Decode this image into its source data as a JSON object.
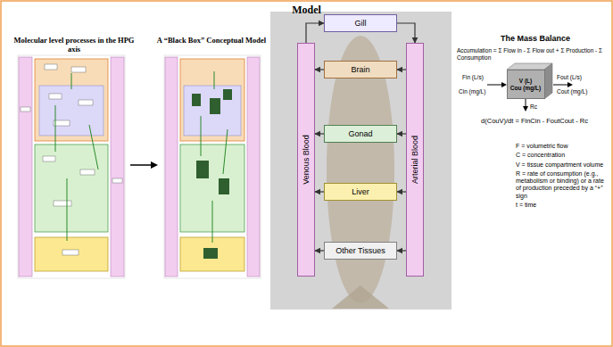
{
  "diagram": {
    "title": "Model",
    "nodes": [
      {
        "text": [
          "Venous Blood"
        ]
      },
      {
        "text": [
          "Gill"
        ]
      },
      {
        "text": [
          "Brain"
        ]
      },
      {
        "text": [
          "Gonad"
        ]
      },
      {
        "text": [
          "Liver"
        ]
      },
      {
        "text": [
          "Other Tissues"
        ]
      },
      {
        "text": [
          "Arterial Blood"
        ]
      },
      {
        "text": [
          "V (L)",
          "Cou (mg/L)"
        ]
      }
    ],
    "edges": [
      {
        "from": 0,
        "to": 1,
        "arrow": "to"
      },
      {
        "from": 1,
        "to": 6,
        "arrow": "to"
      },
      {
        "from": 6,
        "to": 2,
        "arrow": "to"
      },
      {
        "from": 6,
        "to": 3,
        "arrow": "to"
      },
      {
        "from": 6,
        "to": 4,
        "arrow": "to"
      },
      {
        "from": 6,
        "to": 5,
        "arrow": "to"
      },
      {
        "from": 2,
        "to": 0,
        "arrow": "to"
      },
      {
        "from": 3,
        "to": 0,
        "arrow": "to"
      },
      {
        "from": 4,
        "to": 0,
        "arrow": "to"
      },
      {
        "from": 5,
        "to": 0,
        "arrow": "to"
      }
    ],
    "labels": [
      "Molecular level processes in the HPG axis",
      "A “Black Box” Conceptual Model",
      "The Mass Balance",
      "Accumulation = Σ Flow in - Σ Flow out + Σ Production - Σ Consumption",
      "Fin (L/s)",
      "Cin (mg/L)",
      "Fout (L/s)",
      "Cout (mg/L)",
      "Rc",
      "d(CouV)/dt = FinCin - FoutCout - Rc",
      "F = volumetric flow",
      "C = concentration",
      "V = tissue compartment volume",
      "R = rate of consumption (e.g., metabolism or binding) or a rate of production preceded by a “+” sign",
      "t = time"
    ]
  }
}
